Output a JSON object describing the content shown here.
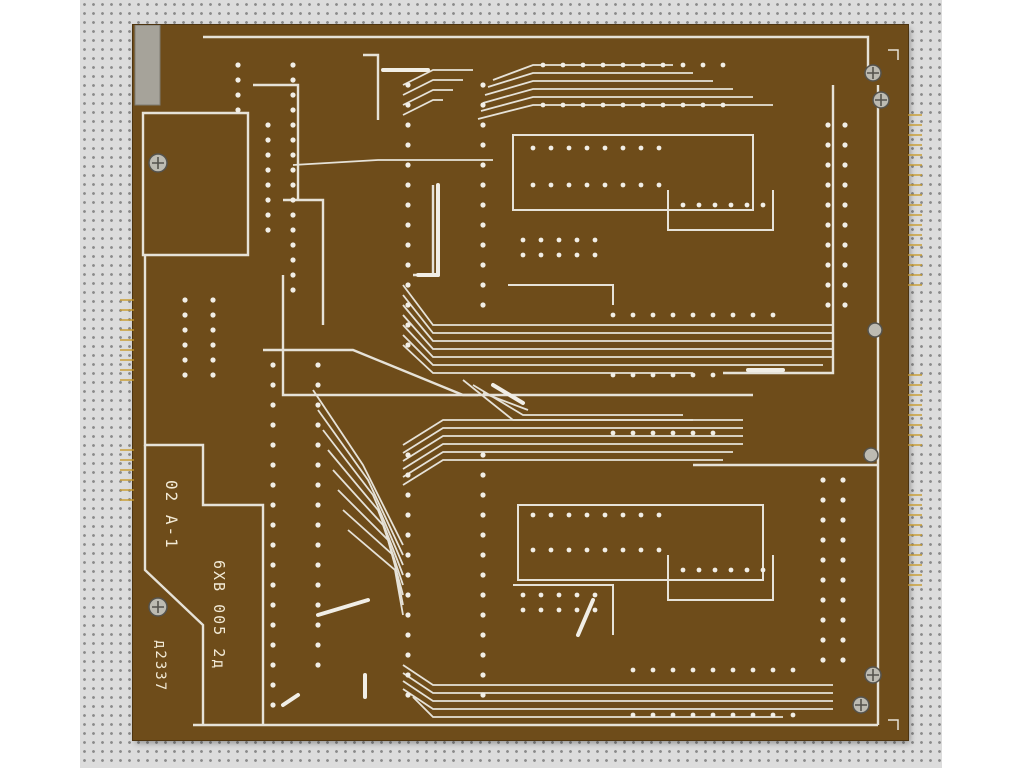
{
  "board": {
    "label_board_id": "02 A-1",
    "label_part_number": "6XB 005 2д",
    "label_serial": "д2337"
  },
  "colors": {
    "substrate": "#6e4c1a",
    "trace": "#e6e2d8",
    "pad": "#f1eee6",
    "pin": "#c79a2a"
  }
}
